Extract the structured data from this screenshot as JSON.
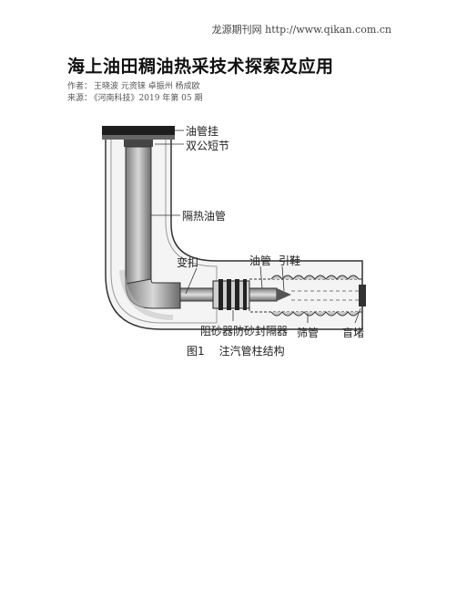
{
  "header": {
    "site": "龙源期刊网 http://www.qikan.com.cn"
  },
  "article": {
    "title": "海上油田稠油热采技术探索及应用",
    "authors_label": "作者：",
    "authors": "王晓波 元资铼 卓振州 杨成欧",
    "source_label": "来源：",
    "source": "《河南科技》2019 年第 05 期"
  },
  "figure": {
    "labels": {
      "tubing_hanger": "油管挂",
      "double_nipple": "双公短节",
      "insulated_tubing": "隔热油管",
      "crossover": "变扣",
      "tubing": "油管",
      "guide_shoe": "引鞋",
      "sand_packer": "阻砂器防砂封隔器",
      "screen": "筛管",
      "blind_plug": "盲堵"
    },
    "caption_number": "图1",
    "caption_text": "注汽管柱结构"
  },
  "colors": {
    "pipe_dark": "#2b2b2b",
    "pipe_mid": "#8a8a8a",
    "pipe_light": "#d9d9d9"
  }
}
